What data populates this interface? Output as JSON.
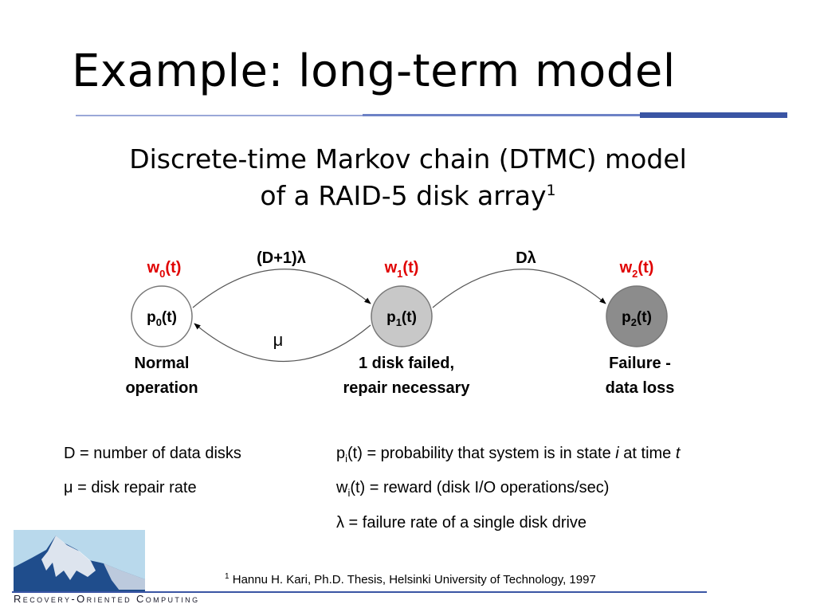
{
  "slide": {
    "title": "Example: long-term model",
    "subtitle_line1": "Discrete-time Markov chain (DTMC) model",
    "subtitle_line2": "of a RAID-5 disk array",
    "subtitle_sup": "1"
  },
  "diagram": {
    "states": [
      {
        "label_base": "p",
        "label_sub": "0",
        "label_tail": "(t)",
        "reward_base": "w",
        "reward_sub": "0",
        "reward_tail": "(t)",
        "desc1": "Normal",
        "desc2": "operation",
        "fill": "#ffffff"
      },
      {
        "label_base": "p",
        "label_sub": "1",
        "label_tail": "(t)",
        "reward_base": "w",
        "reward_sub": "1",
        "reward_tail": "(t)",
        "desc1": "1 disk failed,",
        "desc2": "repair necessary",
        "fill": "#c8c8c8"
      },
      {
        "label_base": "p",
        "label_sub": "2",
        "label_tail": "(t)",
        "reward_base": "w",
        "reward_sub": "2",
        "reward_tail": "(t)",
        "desc1": "Failure -",
        "desc2": "data loss",
        "fill": "#8c8c8c"
      }
    ],
    "transitions": [
      {
        "from": 0,
        "to": 1,
        "label": "(D+1)λ"
      },
      {
        "from": 1,
        "to": 0,
        "label": "μ"
      },
      {
        "from": 1,
        "to": 2,
        "label": "Dλ"
      }
    ],
    "reward_color": "#e00000"
  },
  "definitions": {
    "d": "D = number of data disks",
    "mu": "μ = disk repair rate",
    "p_base": "p",
    "p_sub": "i",
    "p_text1": "(t) = probability that system is in state ",
    "p_italic_i": "i",
    "p_text2": " at time ",
    "p_italic_t": "t",
    "w_base": "w",
    "w_sub": "i",
    "w_text": "(t) = reward (disk I/O operations/sec)",
    "lambda": "λ = failure rate of a single disk drive"
  },
  "footnote": {
    "sup": "1",
    "text": "Hannu H. Kari, Ph.D. Thesis, Helsinki University of Technology, 1997"
  },
  "branding": {
    "logo_text": "Recovery-Oriented Computing",
    "accent": "#3a55a4"
  }
}
